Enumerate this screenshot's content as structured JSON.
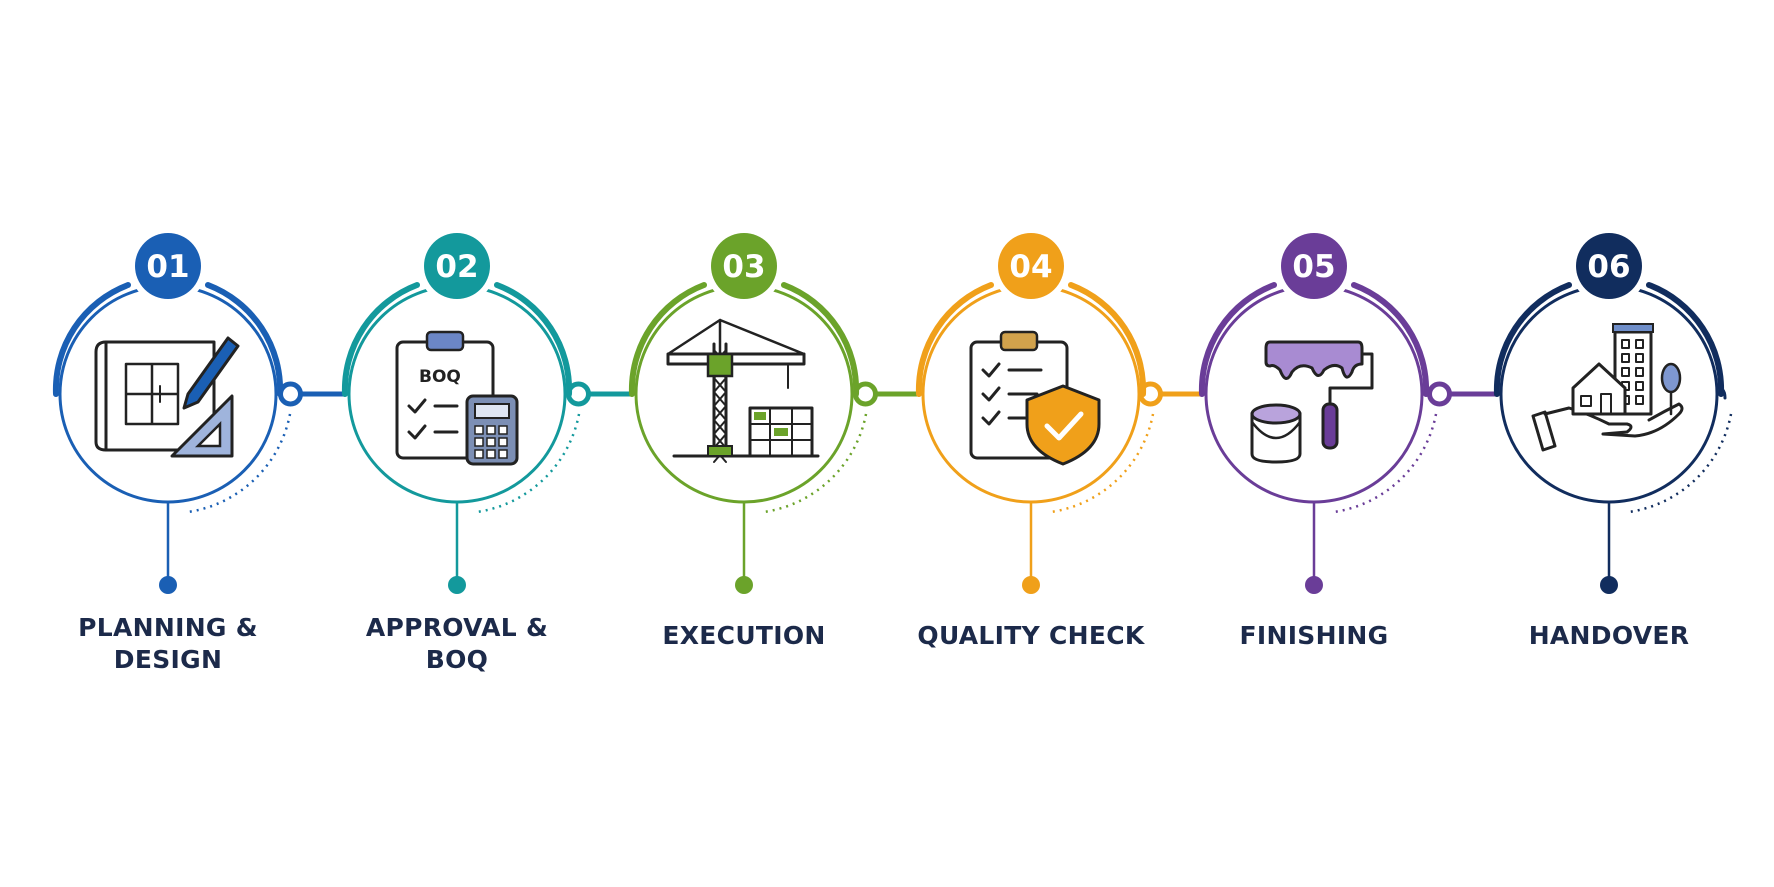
{
  "steps": [
    {
      "number": "01",
      "label_lines": [
        "PLANNING &",
        "DESIGN"
      ],
      "color": "#1a5fb4",
      "icon": "blueprint-icon"
    },
    {
      "number": "02",
      "label_lines": [
        "APPROVAL &",
        "BOQ"
      ],
      "color": "#13999c",
      "icon": "boq-clipboard-icon",
      "icon_text": "BOQ"
    },
    {
      "number": "03",
      "label_lines": [
        "EXECUTION"
      ],
      "color": "#6ba32a",
      "icon": "crane-icon"
    },
    {
      "number": "04",
      "label_lines": [
        "QUALITY CHECK"
      ],
      "color": "#f0a01a",
      "icon": "quality-shield-icon"
    },
    {
      "number": "05",
      "label_lines": [
        "FINISHING"
      ],
      "color": "#6a3d98",
      "icon": "paint-roller-icon"
    },
    {
      "number": "06",
      "label_lines": [
        "HANDOVER"
      ],
      "color": "#112d5e",
      "icon": "handover-house-icon"
    }
  ],
  "colors": {
    "text": "#1c2a4a",
    "icon_stroke": "#222222",
    "background": "#ffffff"
  }
}
